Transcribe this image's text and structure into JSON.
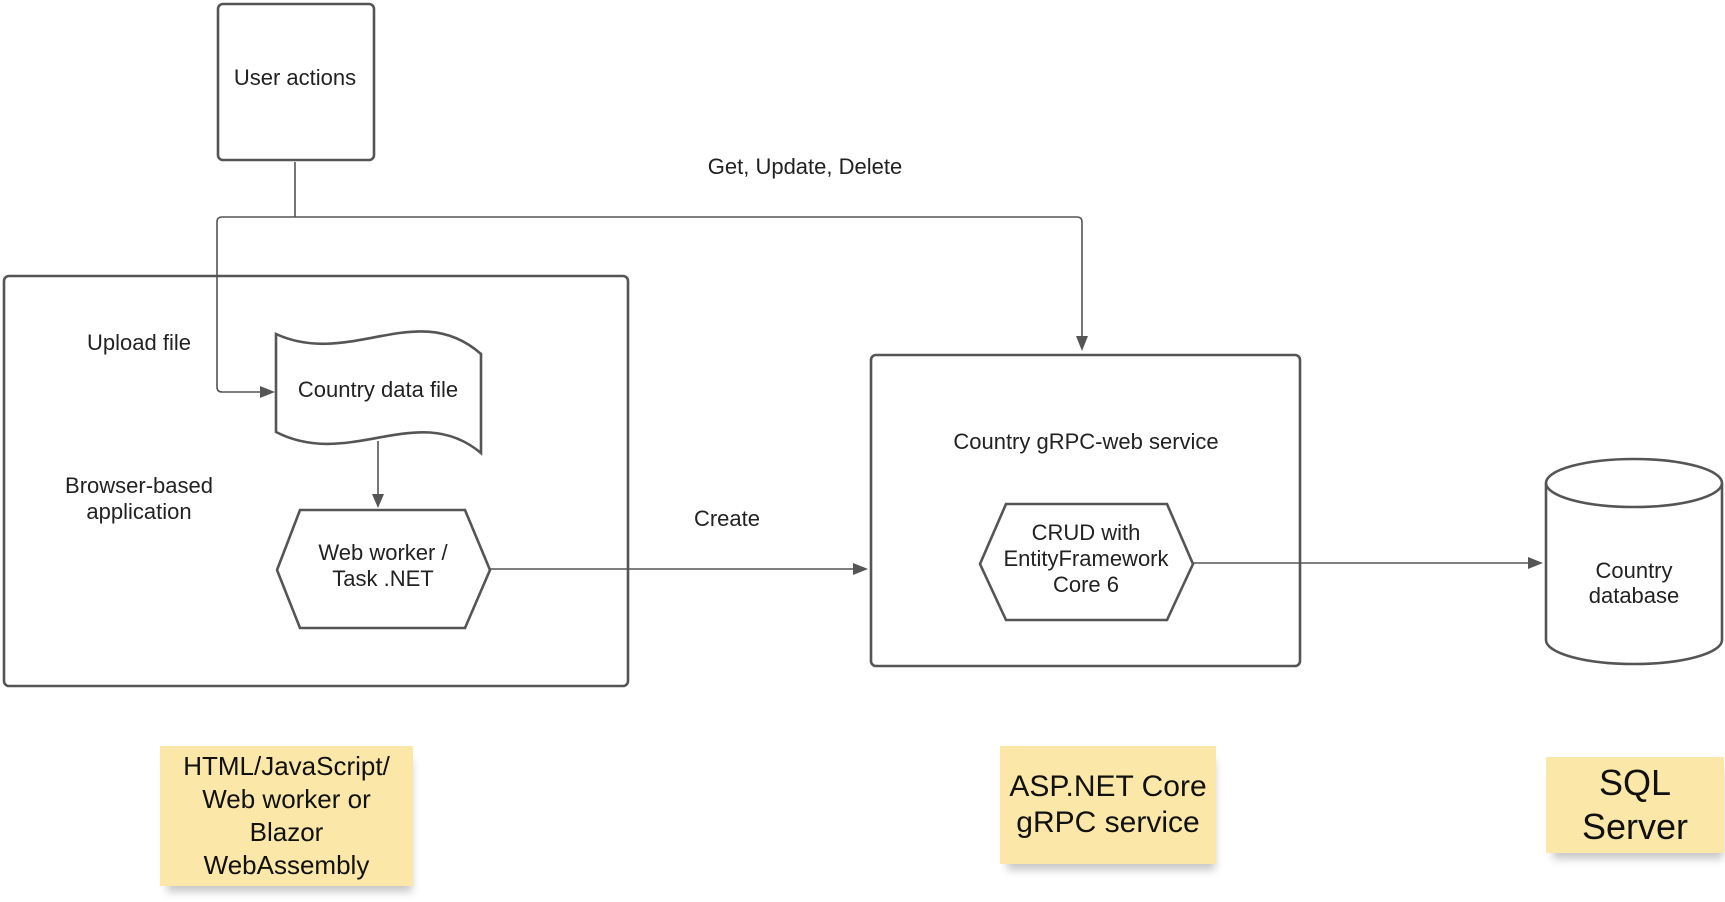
{
  "nodes": {
    "user_actions": "User actions",
    "browser_app_line1": "Browser-based",
    "browser_app_line2": "application",
    "country_data_file": "Country data file",
    "web_worker_line1": "Web worker /",
    "web_worker_line2": "Task .NET",
    "grpc_service": "Country gRPC-web service",
    "crud_line1": "CRUD with",
    "crud_line2": "EntityFramework",
    "crud_line3": "Core 6",
    "database_line1": "Country",
    "database_line2": "database"
  },
  "edges": {
    "upload_file": "Upload file",
    "get_update_delete": "Get, Update, Delete",
    "create": "Create"
  },
  "notes": {
    "client_tech": "HTML/JavaScript/\nWeb worker or\nBlazor\nWebAssembly",
    "server_tech": "ASP.NET Core\ngRPC service",
    "db_tech": "SQL\nServer"
  },
  "colors": {
    "stroke": "#555555",
    "sticky_note": "#fbe8a8"
  }
}
